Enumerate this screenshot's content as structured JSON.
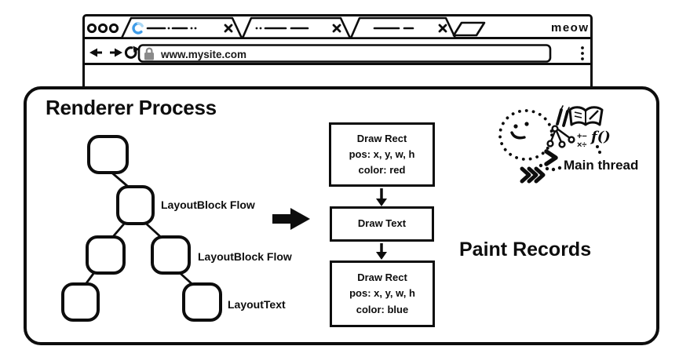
{
  "browser": {
    "brand": "meow",
    "url_bar": {
      "url": "www.mysite.com"
    }
  },
  "renderer": {
    "title": "Renderer Process",
    "layout_tree": {
      "labels": [
        "LayoutBlock Flow",
        "LayoutBlock Flow",
        "LayoutText"
      ]
    },
    "paint_records": {
      "title": "Paint Records",
      "records": [
        {
          "lines": [
            "Draw Rect",
            "pos: x, y, w, h",
            "color: red"
          ]
        },
        {
          "lines": [
            "Draw Text"
          ]
        },
        {
          "lines": [
            "Draw Rect",
            "pos: x, y, w, h",
            "color: blue"
          ]
        }
      ]
    },
    "main_thread": {
      "label": "Main thread",
      "glyphs": {
        "math_row1": "+−",
        "math_row2": "×÷",
        "function": "f()"
      }
    }
  },
  "colors": {
    "ink": "#0d0d0d",
    "spinner_blue": "#3f9ce8",
    "spinner_light": "#a9d7f5",
    "lock_gray": "#8a8a8a"
  }
}
